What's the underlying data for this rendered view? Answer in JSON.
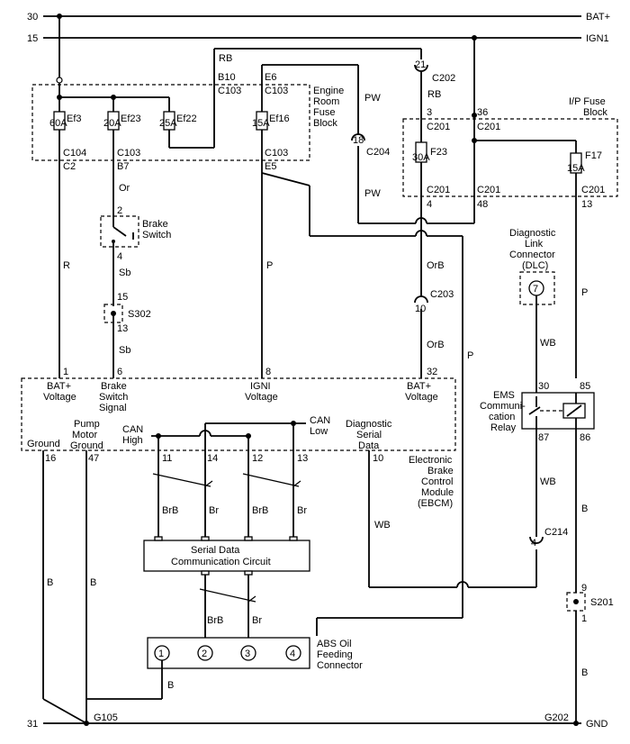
{
  "rails": {
    "top_left": "30",
    "top_right": "BAT+",
    "second_left": "15",
    "second_right": "IGN1",
    "bottom_left": "31",
    "bottom_right": "GND",
    "g105": "G105",
    "g202": "G202"
  },
  "engine_fuse_block": {
    "title_l1": "Engine",
    "title_l2": "Room",
    "title_l3": "Fuse",
    "title_l4": "Block",
    "fuses": [
      {
        "rating": "60A",
        "name": "Ef3"
      },
      {
        "rating": "20A",
        "name": "Ef23"
      },
      {
        "rating": "25A",
        "name": "Ef22"
      },
      {
        "rating": "15A",
        "name": "Ef16"
      }
    ],
    "b10": "B10",
    "c103_a": "C103",
    "e6": "E6",
    "c103_b": "C103",
    "c104": "C104",
    "c2": "C2",
    "c103_c": "C103",
    "b7": "B7",
    "c103_d": "C103",
    "e5": "E5"
  },
  "ip_fuse_block": {
    "title_l1": "I/P Fuse",
    "title_l2": "Block",
    "pin3": "3",
    "pin36": "36",
    "c201_a": "C201",
    "c201_b": "C201",
    "f23_rating": "30A",
    "f23_name": "F23",
    "f17_rating": "15A",
    "f17_name": "F17",
    "c201_c": "C201",
    "c201_d": "C201",
    "c201_e": "C201",
    "pin4": "4",
    "pin48": "48",
    "pin13": "13"
  },
  "wire_colors": {
    "rb": "RB",
    "pw_top": "PW",
    "pw_bottom": "PW",
    "rb_c202": "RB",
    "or": "Or",
    "sb_top": "Sb",
    "sb_bottom": "Sb",
    "r": "R",
    "p_left": "P",
    "orb_top": "OrB",
    "orb_bottom": "OrB",
    "p_mid": "P",
    "p_right": "P",
    "wb_dlc": "WB",
    "wb_relay": "WB",
    "wb_ebcm": "WB",
    "b_right_top": "B",
    "b_right_bottom": "B",
    "b_ground": "B",
    "b_pump": "B",
    "b_abs": "B",
    "brb_top_1": "BrB",
    "br_top_1": "Br",
    "brb_top_2": "BrB",
    "br_top_2": "Br",
    "brb_bottom": "BrB",
    "br_bottom": "Br"
  },
  "connectors": {
    "c202_pin": "21",
    "c202": "C202",
    "c204_pin": "18",
    "c204": "C204",
    "c203_pin": "10",
    "c203": "C203",
    "c214_pin": "4",
    "c214": "C214"
  },
  "brake_switch": {
    "label_l1": "Brake",
    "label_l2": "Switch",
    "pin_top": "2",
    "pin_bottom": "4"
  },
  "s302": {
    "label": "S302",
    "pin_top": "15",
    "pin_bottom": "13"
  },
  "s201": {
    "label": "S201",
    "pin_top": "9",
    "pin_bottom": "1"
  },
  "dlc": {
    "title_l1": "Diagnostic",
    "title_l2": "Link",
    "title_l3": "Connector",
    "title_l4": "(DLC)",
    "pin": "7"
  },
  "relay": {
    "label_l1": "EMS",
    "label_l2": "Communi-",
    "label_l3": "cation",
    "label_l4": "Relay",
    "pin30": "30",
    "pin85": "85",
    "pin87": "87",
    "pin86": "86"
  },
  "ebcm": {
    "title_l1": "Electronic",
    "title_l2": "Brake",
    "title_l3": "Control",
    "title_l4": "Module",
    "title_l5": "(EBCM)",
    "pins": {
      "p1": "1",
      "p6": "6",
      "p8": "8",
      "p32": "32",
      "p16": "16",
      "p47": "47",
      "p11": "11",
      "p14": "14",
      "p12": "12",
      "p13": "13",
      "p10": "10"
    },
    "bat1_l1": "BAT+",
    "bat1_l2": "Voltage",
    "brake_l1": "Brake",
    "brake_l2": "Switch",
    "brake_l3": "Signal",
    "igni_l1": "IGNI",
    "igni_l2": "Voltage",
    "bat2_l1": "BAT+",
    "bat2_l2": "Voltage",
    "ground": "Ground",
    "pump_l1": "Pump",
    "pump_l2": "Motor",
    "pump_l3": "Ground",
    "can_high_l1": "CAN",
    "can_high_l2": "High",
    "can_low_l1": "CAN",
    "can_low_l2": "Low",
    "diag_l1": "Diagnostic",
    "diag_l2": "Serial",
    "diag_l3": "Data"
  },
  "serial_block": {
    "label_l1": "Serial Data",
    "label_l2": "Communication Circuit"
  },
  "abs_connector": {
    "label_l1": "ABS Oil",
    "label_l2": "Feeding",
    "label_l3": "Connector",
    "pins": [
      "1",
      "2",
      "3",
      "4"
    ]
  }
}
